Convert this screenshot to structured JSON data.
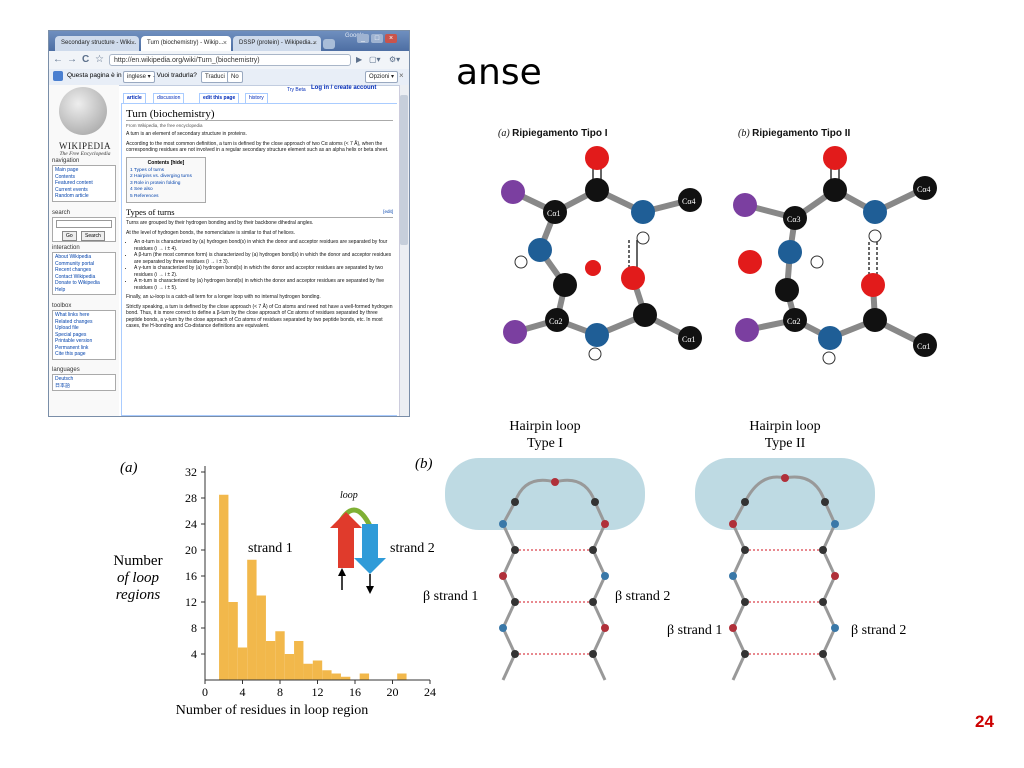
{
  "slide": {
    "title": "anse",
    "page_number": "24"
  },
  "browser": {
    "google_label": "Google",
    "tabs": [
      {
        "label": "Secondary structure - Wiki...",
        "close": "×"
      },
      {
        "label": "Turn (biochemistry) - Wikip...",
        "close": "×"
      },
      {
        "label": "DSSP (protein) - Wikipedia...",
        "close": "×"
      }
    ],
    "window_buttons": [
      "_",
      "□",
      "×"
    ],
    "nav": {
      "back": "←",
      "forward": "→",
      "reload": "C",
      "star": "☆",
      "go": "▶",
      "page": "▢▾",
      "tools": "⚙▾"
    },
    "url": "http://en.wikipedia.org/wiki/Turn_(biochemistry)",
    "translate_bar": {
      "prompt": "Questa pagina è in",
      "language": "inglese ▾",
      "question": ". Vuoi tradurla?",
      "translate_button": "Traduci",
      "no_button": "No",
      "options_button": "Opzioni ▾",
      "close": "×"
    }
  },
  "wiki": {
    "logo_text": "WIKIPEDIA",
    "logo_sub": "The Free Encyclopedia",
    "try_beta": "Try Beta",
    "login": "Log in / create account",
    "tabs": [
      "article",
      "discussion",
      "edit this page",
      "history"
    ],
    "navigation_heading": "navigation",
    "navigation": [
      "Main page",
      "Contents",
      "Featured content",
      "Current events",
      "Random article"
    ],
    "search_heading": "search",
    "search_go": "Go",
    "search_button": "Search",
    "interaction_heading": "interaction",
    "interaction": [
      "About Wikipedia",
      "Community portal",
      "Recent changes",
      "Contact Wikipedia",
      "Donate to Wikipedia",
      "Help"
    ],
    "toolbox_heading": "toolbox",
    "toolbox": [
      "What links here",
      "Related changes",
      "Upload file",
      "Special pages",
      "Printable version",
      "Permanent link",
      "Cite this page"
    ],
    "languages_heading": "languages",
    "languages": [
      "Deutsch",
      "日本語"
    ],
    "title": "Turn (biochemistry)",
    "from": "From Wikipedia, the free encyclopedia",
    "intro_1": "A turn is an element of secondary structure in proteins.",
    "intro_2": "According to the most common definition, a turn is defined by the close approach of two Cα atoms (< 7 Å), when the corresponding residues are not involved in a regular secondary structure element such as an alpha helix or beta sheet.",
    "toc_title": "Contents [hide]",
    "toc": [
      "1 Types of turns",
      "2 Hairpins vs. diverging turns",
      "3 Role in protein folding",
      "4 See also",
      "5 References"
    ],
    "section_title": "Types of turns",
    "edit": "[edit]",
    "types_1": "Turns are grouped by their hydrogen bonding and by their backbone dihedral angles.",
    "types_2": "At the level of hydrogen bonds, the nomenclature is similar to that of helices.",
    "bullets": [
      "An α-turn is characterized by (a) hydrogen bond(s) in which the donor and acceptor residues are separated by four residues (i → i ± 4).",
      "A β-turn (the most common form) is characterized by (a) hydrogen bond(s) in which the donor and acceptor residues are separated by three residues (i → i ± 3).",
      "A γ-turn is characterized by (a) hydrogen bond(s) in which the donor and acceptor residues are separated by two residues (i → i ± 2).",
      "A π-turn is characterized by (a) hydrogen bond(s) in which the donor and acceptor residues are separated by five residues (i → i ± 5)."
    ],
    "omega": "Finally, an ω-loop is a catch-all term for a longer loop with no internal hydrogen bonding.",
    "strict": "Strictly speaking, a turn is defined by the close approach (< 7 Å) of Cα atoms and need not have a well-formed hydrogen bond. Thus, it is more correct to define a β-turn by the close approach of Cα atoms of residues separated by three peptide bonds, a γ-turn by the close approach of Cα atoms of residues separated by two peptide bonds, etc. In most cases, the H-bonding and Cα-distance definitions are equivalent."
  },
  "turn_figures": {
    "caption_a_label": "(a)",
    "caption_a": "Ripiegamento Tipo I",
    "caption_b_label": "(b)",
    "caption_b": "Ripiegamento Tipo II",
    "atom_labels": [
      "Cα1",
      "Cα2",
      "Cα3",
      "Cα4"
    ]
  },
  "hairpins": {
    "panel_label": "(b)",
    "type1_title": "Hairpin loop",
    "type1_sub": "Type I",
    "type2_title": "Hairpin loop",
    "type2_sub": "Type II",
    "strand1": "β strand 1",
    "strand2": "β strand 2"
  },
  "histogram_panel": {
    "panel_label": "(a)",
    "loop_label": "loop",
    "strand1": "strand 1",
    "strand2": "strand 2"
  },
  "chart_data": {
    "type": "bar",
    "title": "",
    "xlabel": "Number of residues in loop region",
    "ylabel": "Number of loop regions",
    "x": [
      2,
      3,
      4,
      5,
      6,
      7,
      8,
      9,
      10,
      11,
      12,
      13,
      14,
      15,
      16,
      17,
      18,
      19,
      20,
      21
    ],
    "values": [
      28.5,
      12,
      5,
      18.5,
      13,
      6,
      7.5,
      4,
      6,
      2.5,
      3,
      1.5,
      1,
      0.5,
      0,
      1,
      0,
      0,
      0,
      1
    ],
    "xticks": [
      0,
      4,
      8,
      12,
      16,
      20,
      24
    ],
    "yticks": [
      4,
      8,
      12,
      16,
      20,
      24,
      28,
      32
    ],
    "xlim": [
      0,
      24
    ],
    "ylim": [
      0,
      32
    ],
    "bar_color": "#f2b84b"
  }
}
